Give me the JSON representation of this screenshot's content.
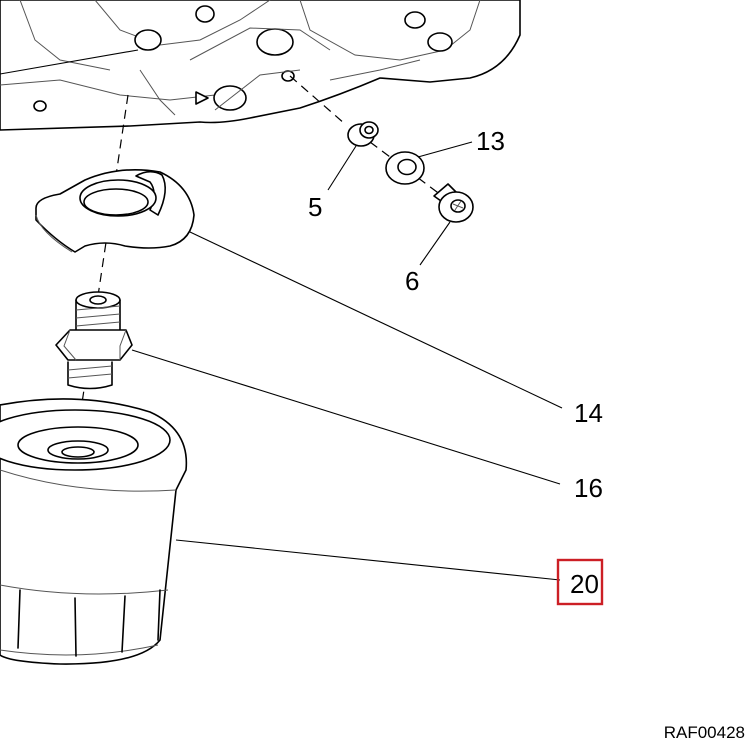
{
  "callouts": {
    "c5": "5",
    "c6": "6",
    "c13": "13",
    "c14": "14",
    "c16": "16",
    "c20": "20"
  },
  "drawing_code": "RAF00428",
  "highlight_color": "#cc1f25"
}
